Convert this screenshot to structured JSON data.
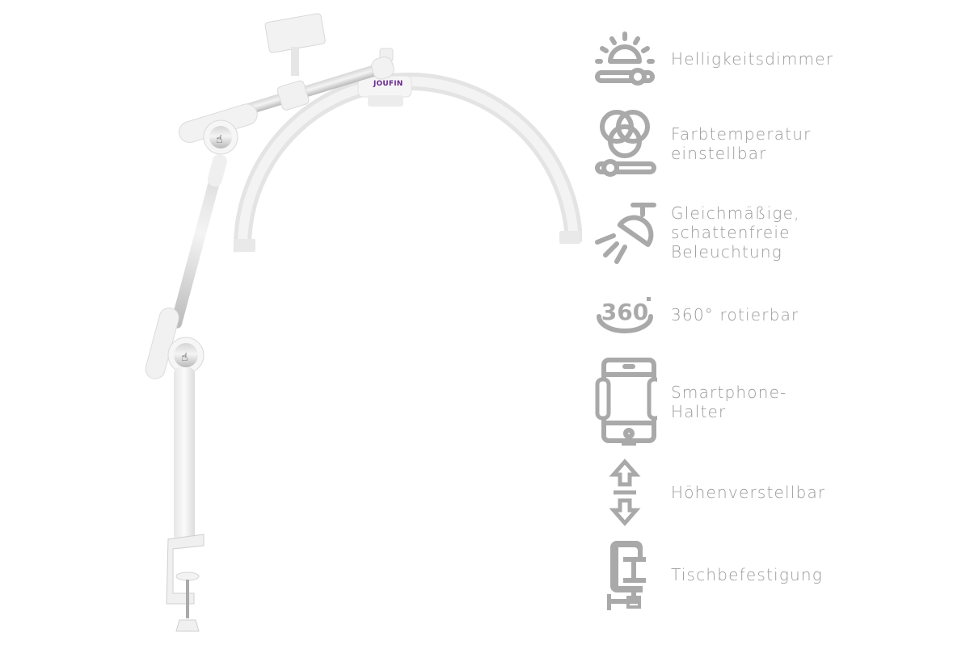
{
  "product": {
    "brand_label": "JOUFIN",
    "name": "lamp-with-arm-and-clamp"
  },
  "features": [
    {
      "icon": "brightness-dimmer-icon",
      "label": "Helligkeitsdimmer"
    },
    {
      "icon": "color-temperature-icon",
      "label": "Farbtemperatur\neinstellbar"
    },
    {
      "icon": "lamp-light-icon",
      "label": "Gleichmäßige,\nschattenfreie\nBeleuchtung"
    },
    {
      "icon": "rotate-360-icon",
      "label": "360° rotierbar",
      "icon_text": "360"
    },
    {
      "icon": "smartphone-holder-icon",
      "label": "Smartphone-\nHalter"
    },
    {
      "icon": "height-adjust-icon",
      "label": "Höhenverstellbar"
    },
    {
      "icon": "table-clamp-icon",
      "label": "Tischbefestigung"
    }
  ],
  "colors": {
    "icon_gray": "#a9a9a9",
    "text_gray": "#9a9a9a",
    "brand_purple": "#6a2a8e",
    "background": "#ffffff"
  }
}
